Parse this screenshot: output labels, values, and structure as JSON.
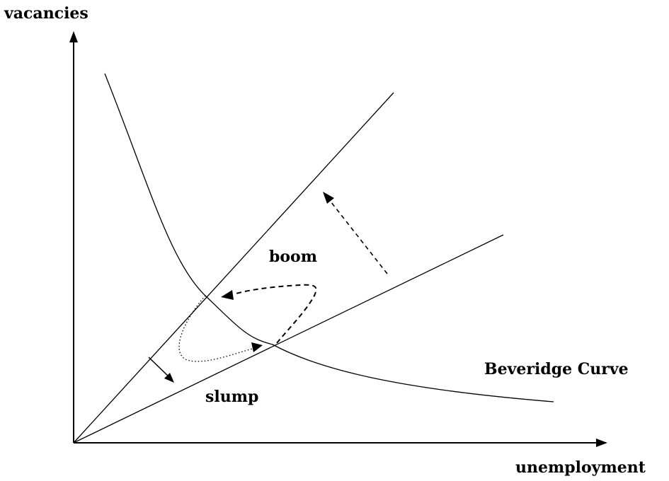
{
  "axes": {
    "y_label": "vacancies",
    "x_label": "unemployment"
  },
  "regions": {
    "boom": "boom",
    "slump": "slump"
  },
  "curves": {
    "beveridge_label": "Beveridge Curve"
  },
  "colors": {
    "ink": "#000000",
    "background": "#ffffff"
  }
}
